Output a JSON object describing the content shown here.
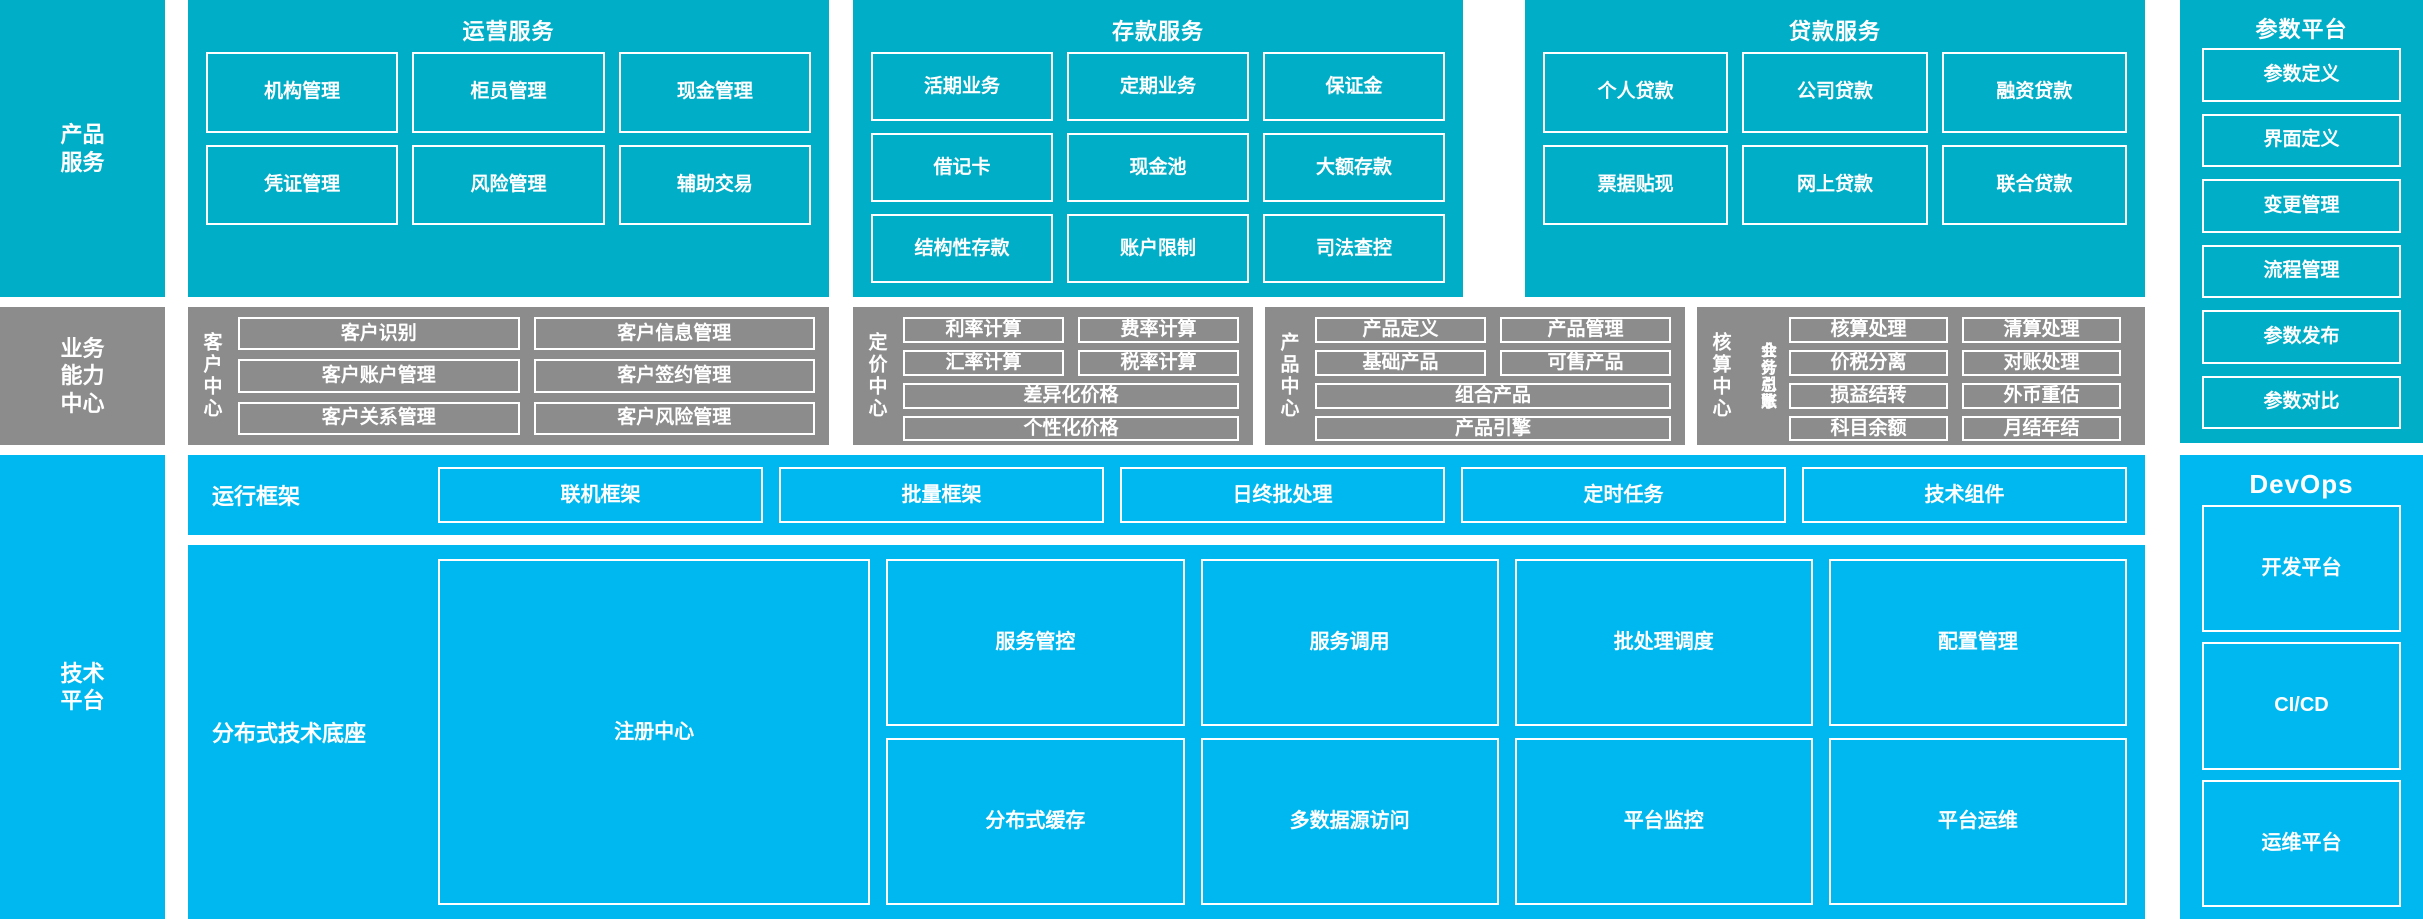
{
  "colors": {
    "teal": "#00AEC7",
    "bright_blue": "#00B8F0",
    "gray": "#8C8C8C",
    "white": "#FFFFFF"
  },
  "layers": {
    "product_service": {
      "label": "产品\n服务"
    },
    "business_capability": {
      "label": "业务\n能力\n中心"
    },
    "technical_platform": {
      "label": "技术\n平台"
    }
  },
  "service_groups": [
    {
      "title": "运营服务",
      "tiles": [
        "机构管理",
        "柜员管理",
        "现金管理",
        "凭证管理",
        "风险管理",
        "辅助交易"
      ]
    },
    {
      "title": "存款服务",
      "tiles": [
        "活期业务",
        "定期业务",
        "保证金",
        "借记卡",
        "现金池",
        "大额存款",
        "结构性存款",
        "账户限制",
        "司法查控"
      ]
    },
    {
      "title": "贷款服务",
      "tiles": [
        "个人贷款",
        "公司贷款",
        "融资贷款",
        "票据贴现",
        "网上贷款",
        "联合贷款"
      ]
    }
  ],
  "parameter_platform": {
    "title": "参数平台",
    "tiles": [
      "参数定义",
      "界面定义",
      "变更管理",
      "流程管理",
      "参数发布",
      "参数对比"
    ]
  },
  "devops": {
    "title": "DevOps",
    "tiles": [
      "开发平台",
      "CI/CD",
      "运维平台"
    ]
  },
  "capability_centers": [
    {
      "label": "客户中心",
      "tiles": [
        "客户识别",
        "客户信息管理",
        "客户账户管理",
        "客户签约管理",
        "客户关系管理",
        "客户风险管理"
      ]
    },
    {
      "label": "定价中心",
      "tiles": [
        "利率计算",
        "费率计算",
        "汇率计算",
        "税率计算",
        "差异化价格",
        "个性化价格"
      ]
    },
    {
      "label": "产品中心",
      "tiles": [
        "产品定义",
        "产品管理",
        "基础产品",
        "可售产品",
        "组合产品",
        "产品引擎"
      ]
    },
    {
      "label": "核算中心",
      "sub_labels": [
        "会计引擎",
        "业务总账"
      ],
      "tiles": [
        "核算处理",
        "清算处理",
        "价税分离",
        "对账处理",
        "损益结转",
        "外币重估",
        "科目余额",
        "月结年结"
      ]
    }
  ],
  "technical_rows": [
    {
      "label": "运行框架",
      "tiles": [
        "联机框架",
        "批量框架",
        "日终批处理",
        "定时任务",
        "技术组件"
      ]
    },
    {
      "label": "分布式技术底座",
      "primary_tile": "注册中心",
      "columns": [
        [
          "服务管控",
          "分布式缓存"
        ],
        [
          "服务调用",
          "多数据源访问"
        ],
        [
          "批处理调度",
          "平台监控"
        ],
        [
          "配置管理",
          "平台运维"
        ]
      ]
    }
  ]
}
